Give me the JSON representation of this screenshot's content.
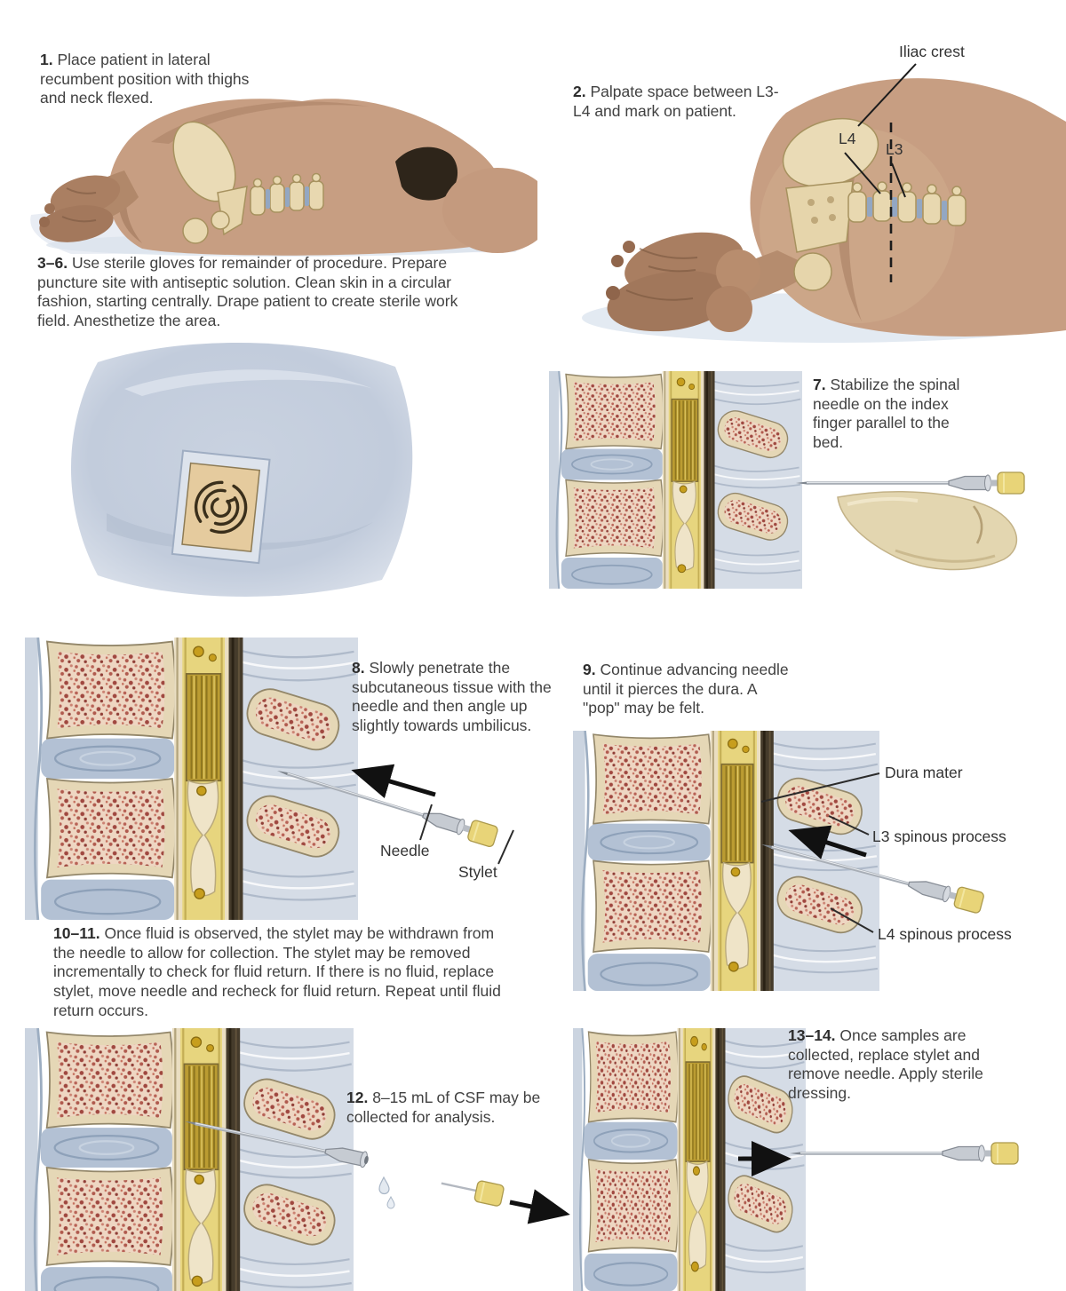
{
  "figure": {
    "type": "medical-procedure-diagram",
    "subject": "Lumbar puncture (spinal tap) procedure, steps 1-14",
    "background_color": "#ffffff",
    "text_color": "#414141"
  },
  "steps": [
    {
      "id": "step-1",
      "num": "1.",
      "text": "Place patient in lateral recumbent position with thighs and neck flexed."
    },
    {
      "id": "step-2",
      "num": "2.",
      "text": "Palpate space between L3-L4 and mark on patient."
    },
    {
      "id": "step-3-6",
      "num": "3–6.",
      "text": "Use sterile gloves for remainder of procedure. Prepare puncture site with antiseptic solution. Clean skin in a circular fashion, starting centrally. Drape patient to create sterile work field. Anesthetize the area."
    },
    {
      "id": "step-7",
      "num": "7.",
      "text": "Stabilize the spinal needle on the index finger parallel to the bed."
    },
    {
      "id": "step-8",
      "num": "8.",
      "text": "Slowly penetrate the subcutaneous tissue with the needle and then angle up slightly towards umbilicus."
    },
    {
      "id": "step-9",
      "num": "9.",
      "text": "Continue advancing needle until it pierces the dura. A \"pop\" may be felt."
    },
    {
      "id": "step-10-11",
      "num": "10–11.",
      "text": "Once fluid is observed, the stylet may be withdrawn from the needle to allow for collection. The stylet may be removed incrementally to check for fluid return. If there is no fluid, replace stylet, move needle and recheck for fluid return. Repeat until fluid return occurs."
    },
    {
      "id": "step-12",
      "num": "12.",
      "text": "8–15 mL of CSF may be collected for analysis."
    },
    {
      "id": "step-13-14",
      "num": "13–14.",
      "text": "Once samples are collected, replace stylet and remove needle. Apply sterile dressing."
    }
  ],
  "labels": {
    "iliac_crest": "Iliac crest",
    "l4": "L4",
    "l3": "L3",
    "needle": "Needle",
    "stylet": "Stylet",
    "dura_mater": "Dura mater",
    "l3_spinous": "L3 spinous process",
    "l4_spinous": "L4 spinous process"
  },
  "colors": {
    "skin": "#c79e82",
    "skin_shadow": "#a97e61",
    "bone_cortex": "#e5d7b6",
    "cancellous_bone": "#eed6c2",
    "cancellous_speckle": "#a84c41",
    "disc_blue": "#b3c1d4",
    "canal_yellow": "#e7d57e",
    "cauda_equina_gold": "#bb9c32",
    "posterior_strip": "#453b2b",
    "fibrous_tissue": "#d5dce6",
    "drape_blue": "#c5cfde",
    "stylet_cap_yellow": "#e8d478",
    "needle_metal": "#a8aeb6",
    "arrow_black": "#111111",
    "sheet_white": "#e9edf4"
  }
}
